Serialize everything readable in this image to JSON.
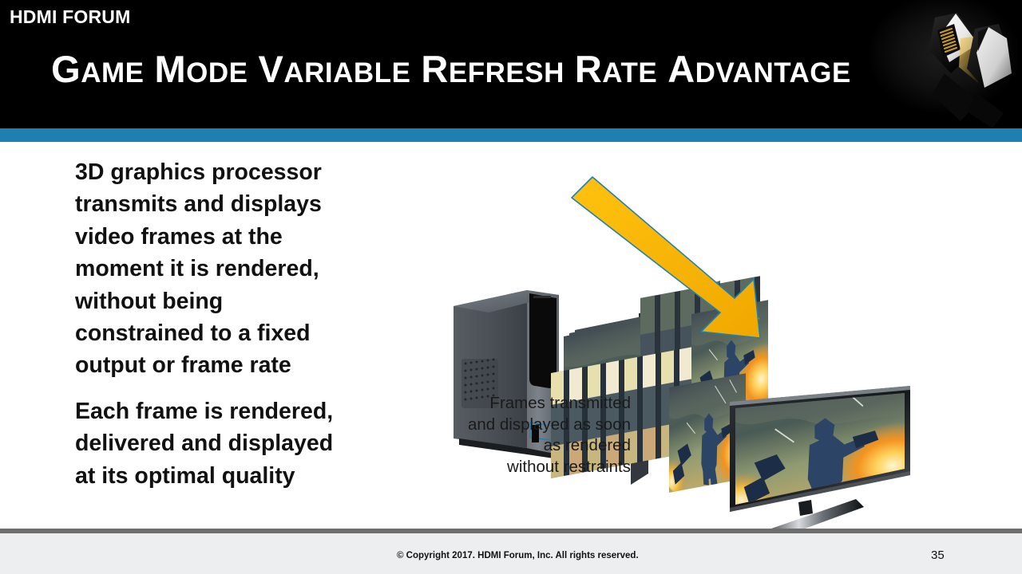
{
  "header": {
    "brand": "HDMI FORUM",
    "title": "Game Mode Variable Refresh Rate Advantage",
    "title_words": [
      "Game",
      "Mode",
      "Variable",
      "Refresh",
      "Rate",
      "Advantage"
    ],
    "background_color": "#000000",
    "text_color": "#ffffff",
    "connector_icon": "hdmi-connector-icon"
  },
  "accent_bar": {
    "color": "#1f80b0"
  },
  "body": {
    "paragraphs": [
      "3D graphics processor transmits and displays video frames at the moment it is rendered, without being constrained to a fixed output or frame rate",
      "Each frame is rendered, delivered and displayed at its optimal quality"
    ],
    "text_color": "#111111"
  },
  "diagram": {
    "caption": "Frames transmitted and displayed as soon as rendered without restraints",
    "caption_lines": [
      "Frames transmitted",
      "and displayed as soon",
      "as rendered",
      "without restraints"
    ],
    "arrow_color": "#f5b30c",
    "arrow_outline_color": "#1f80b0",
    "pc_tower_label": "pc-tower-icon",
    "frame_stack_label": "frame-stack-graphic",
    "tv_label": "television-graphic"
  },
  "footer": {
    "copyright": "© Copyright 2017. HDMI Forum, Inc.  All rights reserved.",
    "page_number": "35",
    "rule_color": "#6e6e6e",
    "background_color": "#edeef0"
  }
}
